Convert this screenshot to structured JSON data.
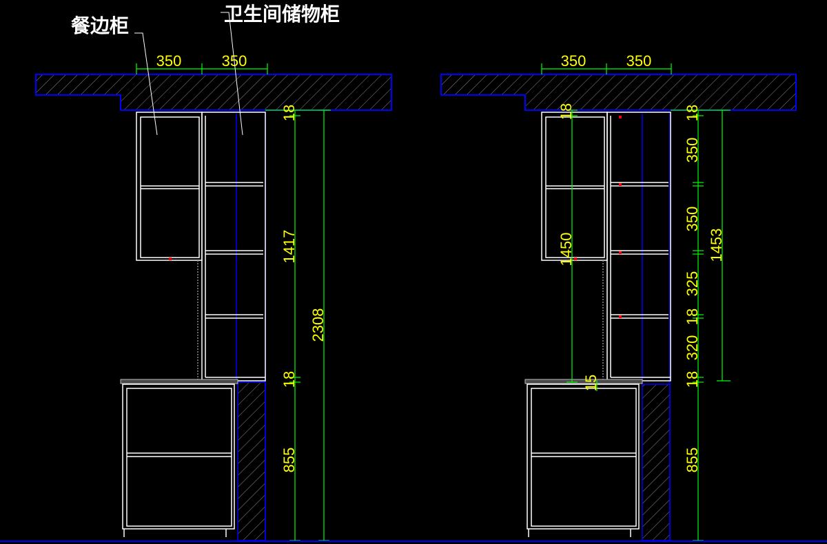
{
  "labels": {
    "sideboard": "餐边柜",
    "bathroom_storage": "卫生间储物柜"
  },
  "left_view": {
    "top_widths": [
      "350",
      "350"
    ],
    "right_dims": [
      "18",
      "1417",
      "18",
      "855"
    ],
    "total_height": "2308"
  },
  "right_view": {
    "top_widths": [
      "350",
      "350"
    ],
    "inner_dims": [
      "18",
      "1450",
      "15"
    ],
    "shelf_dims": [
      "18",
      "350",
      "350",
      "325",
      "18",
      "320",
      "18",
      "855"
    ],
    "total_upper": "1453"
  },
  "colors": {
    "background": "#000000",
    "dimension_line": "#00ff00",
    "dimension_text": "#ffff00",
    "ceiling_outline": "#0000ff",
    "cabinet_line": "#ffffff",
    "hatch": "#8a8a8a",
    "marker": "#ff0000"
  }
}
